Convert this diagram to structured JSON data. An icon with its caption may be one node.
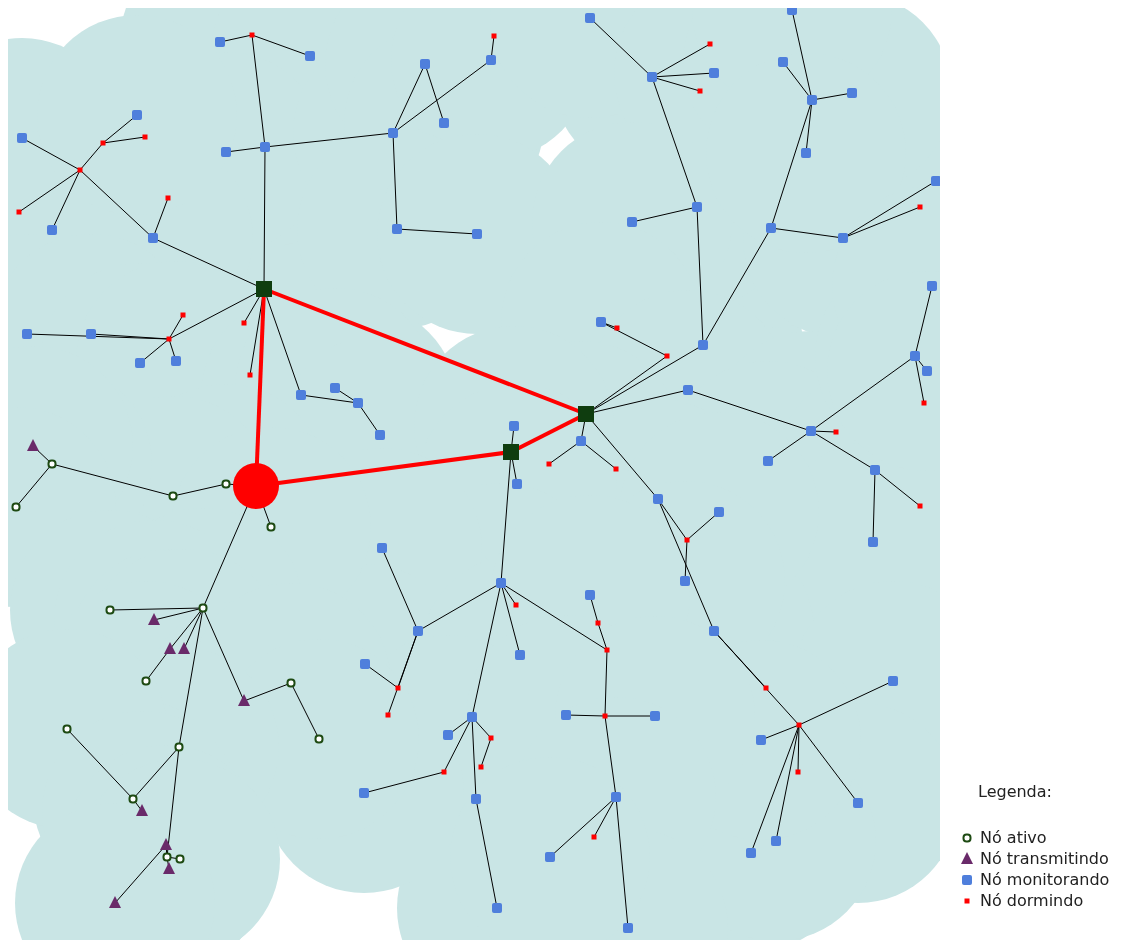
{
  "diagram": {
    "labels": [
      "Legenda:"
    ],
    "legend": [
      {
        "text": "Nó ativo"
      },
      {
        "text": "Nó transmitindo"
      },
      {
        "text": "Nó monitorando"
      },
      {
        "text": "Nó dormindo"
      }
    ]
  }
}
